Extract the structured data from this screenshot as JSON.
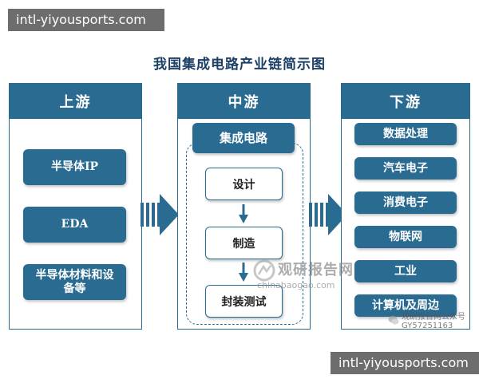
{
  "url_overlay": {
    "top": "intl-yiyousports.com",
    "bottom": "intl-yiyousports.com"
  },
  "title": "我国集成电路产业链简示图",
  "upstream": {
    "header": "上游",
    "items": [
      "半导体IP",
      "EDA",
      "半导体材料和设备等"
    ]
  },
  "midstream": {
    "header": "中游",
    "group_label": "集成电路",
    "steps": [
      "设计",
      "制造",
      "封装测试"
    ]
  },
  "downstream": {
    "header": "下游",
    "items": [
      "数据处理",
      "汽车电子",
      "消费电子",
      "物联网",
      "工业",
      "计算机及周边"
    ]
  },
  "watermark": {
    "name": "观研报告网",
    "domain": "chinabaogao.com",
    "corner_line1": "观研报告网公众号",
    "corner_line2": "GY57251163"
  },
  "colors": {
    "primary": "#2a6b91",
    "title": "#1c3f66"
  }
}
